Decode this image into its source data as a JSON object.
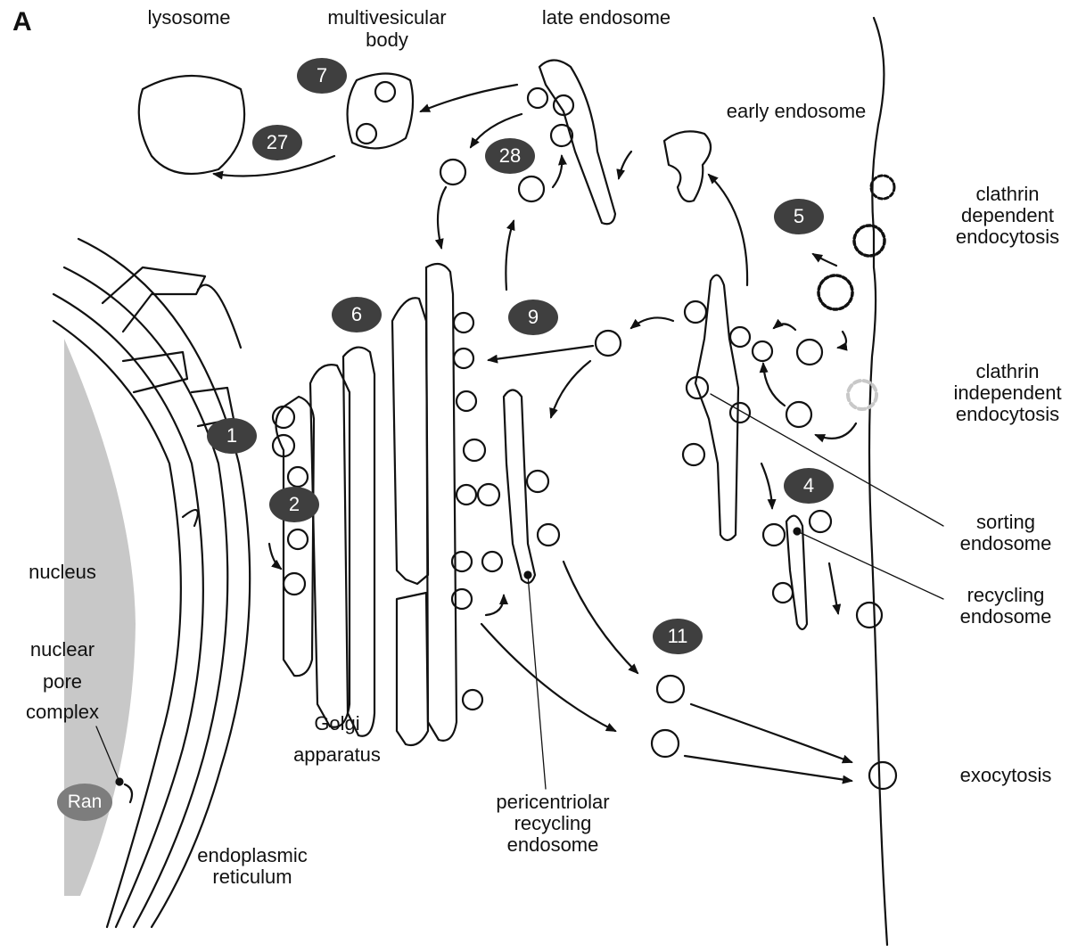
{
  "panel_label": "A",
  "labels": {
    "lysosome": "lysosome",
    "mvb_line1": "multivesicular",
    "mvb_line2": "body",
    "late_endosome": "late endosome",
    "early_endosome": "early endosome",
    "clathrin_dep_1": "clathrin",
    "clathrin_dep_2": "dependent",
    "clathrin_dep_3": "endocytosis",
    "clathrin_indep_1": "clathrin",
    "clathrin_indep_2": "independent",
    "clathrin_indep_3": "endocytosis",
    "sorting_1": "sorting",
    "sorting_2": "endosome",
    "recycling_1": "recycling",
    "recycling_2": "endosome",
    "exocytosis": "exocytosis",
    "nucleus": "nucleus",
    "npc_1": "nuclear",
    "npc_2": "pore",
    "npc_3": "complex",
    "golgi_1": "Golgi",
    "golgi_2": "apparatus",
    "perictr_1": "pericentriolar",
    "perictr_2": "recycling",
    "perictr_3": "endosome",
    "er_1": "endoplasmic",
    "er_2": "reticulum",
    "ran": "Ran"
  },
  "badges": {
    "b7": "7",
    "b27": "27",
    "b28": "28",
    "b5": "5",
    "b6": "6",
    "b9": "9",
    "b1": "1",
    "b2": "2",
    "b4": "4",
    "b11": "11"
  },
  "colors": {
    "line": "#111111",
    "badge": "#3f3f3f",
    "nucleus_fill": "#c8c8c8",
    "ran": "#7d7d7d",
    "clathrin_independent": "#c8c8c8"
  }
}
